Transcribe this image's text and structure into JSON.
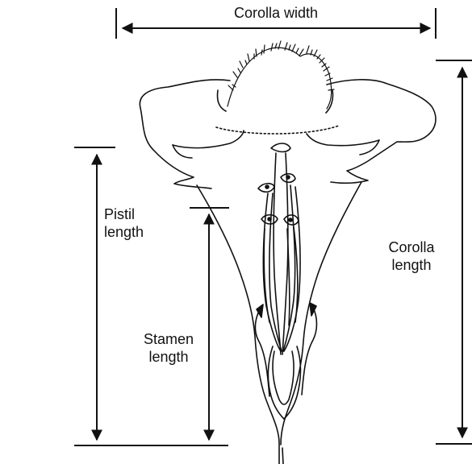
{
  "labels": {
    "corolla_width": "Corolla width",
    "pistil_line1": "Pistil",
    "pistil_line2": "length",
    "stamen_line1": "Stamen",
    "stamen_line2": "length",
    "corolla_len_line1": "Corolla",
    "corolla_len_line2": "length"
  },
  "colors": {
    "ink": "#111111",
    "background": "#ffffff"
  }
}
